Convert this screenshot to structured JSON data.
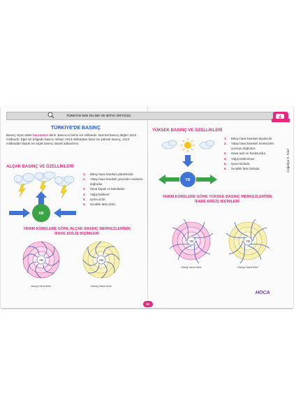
{
  "header": {
    "title": "TÜRKİYE'NİN İKLİMİ VE BİTKİ ÖRTÜSÜ",
    "unit": "4"
  },
  "left": {
    "title": "TÜRKİYE'DE BASINÇ",
    "intro_a": "Basınç ölçen alete ",
    "intro_b": "barometre",
    "intro_c": " denir. Basıncın birimi ise milibardır. Normal basınç değeri 1013 milibardır. Eğer bir bölgede basınç miktarı 1013 milibardan fazla ise yüksek basınç, 1013 milibardan düşük ise alçak basınç olarak adlandırılır.",
    "low_title": "ALÇAK BASINÇ VE ÖZELLİKLERİ",
    "low_center": "AB",
    "low_items": [
      {
        "n": "1.",
        "t": "Dikey hava hareketi yükselicidir."
      },
      {
        "n": "2.",
        "t": "Yatay hava hareketi çevreden merkeze doğrudur."
      },
      {
        "n": "3.",
        "t": "Hava kapalı ve bulutludur."
      },
      {
        "n": "4.",
        "t": "Yağış beklenir."
      },
      {
        "n": "5.",
        "t": "Işıma azdır."
      },
      {
        "n": "6.",
        "t": "Sıcaklık farkı azdır."
      }
    ],
    "spiral_title_1": "YARIM KÜRELERE GÖRE ALÇAK BASINÇ MERKEZLERİNİN",
    "spiral_title_2": "İFADE EDİLİŞ BİÇİMLERİ",
    "north": "Kuzey Yarım Küre",
    "south": "Güney Yarım Küre",
    "page": "81"
  },
  "right": {
    "high_title": "YÜKSEK BASINÇ VE ÖZELLİKLERİ",
    "high_center": "YB",
    "high_items": [
      {
        "n": "1.",
        "t": "Dikey hava hareketi alçalıcıdır."
      },
      {
        "n": "2.",
        "t": "Yatay hava hareketi merkezden çevreye doğrudur."
      },
      {
        "n": "3.",
        "t": "Hava açık ve bulutsuzdur."
      },
      {
        "n": "4.",
        "t": "Yağış beklenmez."
      },
      {
        "n": "5.",
        "t": "Işıma fazladır."
      },
      {
        "n": "6.",
        "t": "Sıcaklık farkı fazladır."
      }
    ],
    "spiral_title_1": "YARIM KÜRELERE GÖRE YÜKSEK BASINÇ MERKEZLERİNİN",
    "spiral_title_2": "İFADE EDİLİŞ BİÇİMLERİ",
    "north": "Kuzey Yarım Küre",
    "south": "Güney Yarım Küre",
    "side_label": "Coğrafya 9. Sınıf",
    "logo": "HOCA"
  },
  "colors": {
    "pink": "#e6287e",
    "blue": "#2a57c9",
    "green": "#3aa346",
    "arrow_blue": "#3f74d6"
  }
}
